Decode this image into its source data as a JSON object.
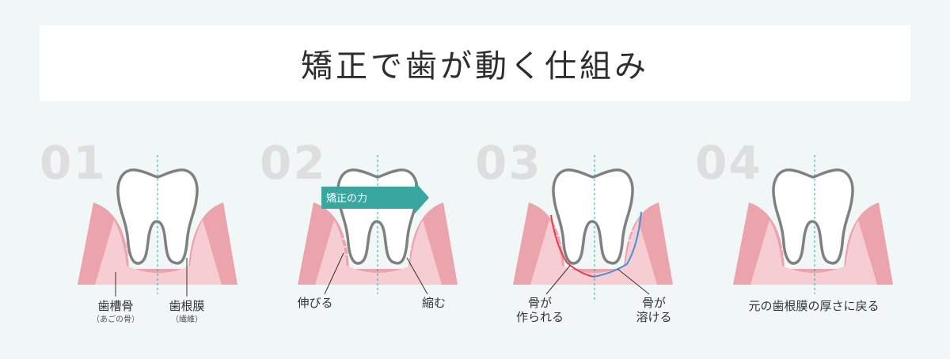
{
  "title": "矯正で歯が動く仕組み",
  "colors": {
    "gum_outer": "#eba3ac",
    "gum_inner": "#f6cdd3",
    "tooth_fill": "#ffffff",
    "tooth_stroke": "#808080",
    "center_line": "#3aa6a0",
    "arrow": "#3aa6a0",
    "bone_formed": "#e53d4a",
    "bone_resorbed": "#4a8fd4"
  },
  "steps": [
    {
      "number": "01",
      "labels": [
        {
          "text": "歯槽骨",
          "sub": "（あごの骨）"
        },
        {
          "text": "歯根膜",
          "sub": "（繊維）"
        }
      ]
    },
    {
      "number": "02",
      "arrow_label": "矯正の力",
      "labels": [
        {
          "text": "伸びる"
        },
        {
          "text": "縮む"
        }
      ]
    },
    {
      "number": "03",
      "labels": [
        {
          "text": "骨が",
          "text2": "作られる"
        },
        {
          "text": "骨が",
          "text2": "溶ける"
        }
      ]
    },
    {
      "number": "04",
      "labels": [
        {
          "text": "元の歯根膜の厚さに戻る"
        }
      ]
    }
  ]
}
